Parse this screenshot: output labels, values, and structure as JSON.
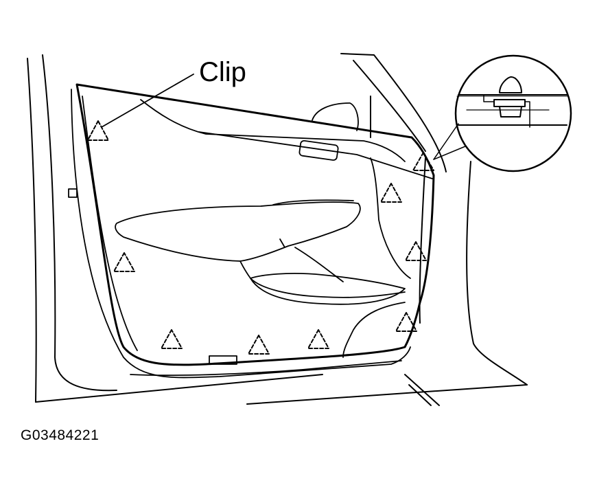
{
  "diagram": {
    "callout_label": "Clip",
    "figure_id": "G03484221",
    "clip_marker_count": 9,
    "line_color": "#000000",
    "background": "#ffffff"
  }
}
